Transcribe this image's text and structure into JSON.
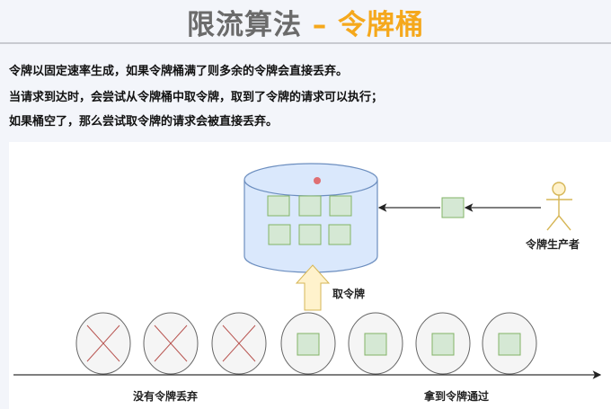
{
  "title": {
    "main": "限流算法",
    "sep": " – ",
    "accent": "令牌桶"
  },
  "lines": [
    "令牌以固定速率生成，如果令牌桶满了则多余的令牌会直接丢弃。",
    "当请求到达时，会尝试从令牌桶中取令牌，取到了令牌的请求可以执行；",
    "如果桶空了，那么尝试取令牌的请求会被直接丢弃。"
  ],
  "diagram": {
    "producer": "令牌生产者",
    "take": "取令牌",
    "rejected": "没有令牌丢弃",
    "passed": "拿到令牌通过"
  },
  "colors": {
    "accent": "#f5a81c",
    "bucket": "#dae8fc",
    "token": "#d5e8d4",
    "reject": "#b85450"
  }
}
